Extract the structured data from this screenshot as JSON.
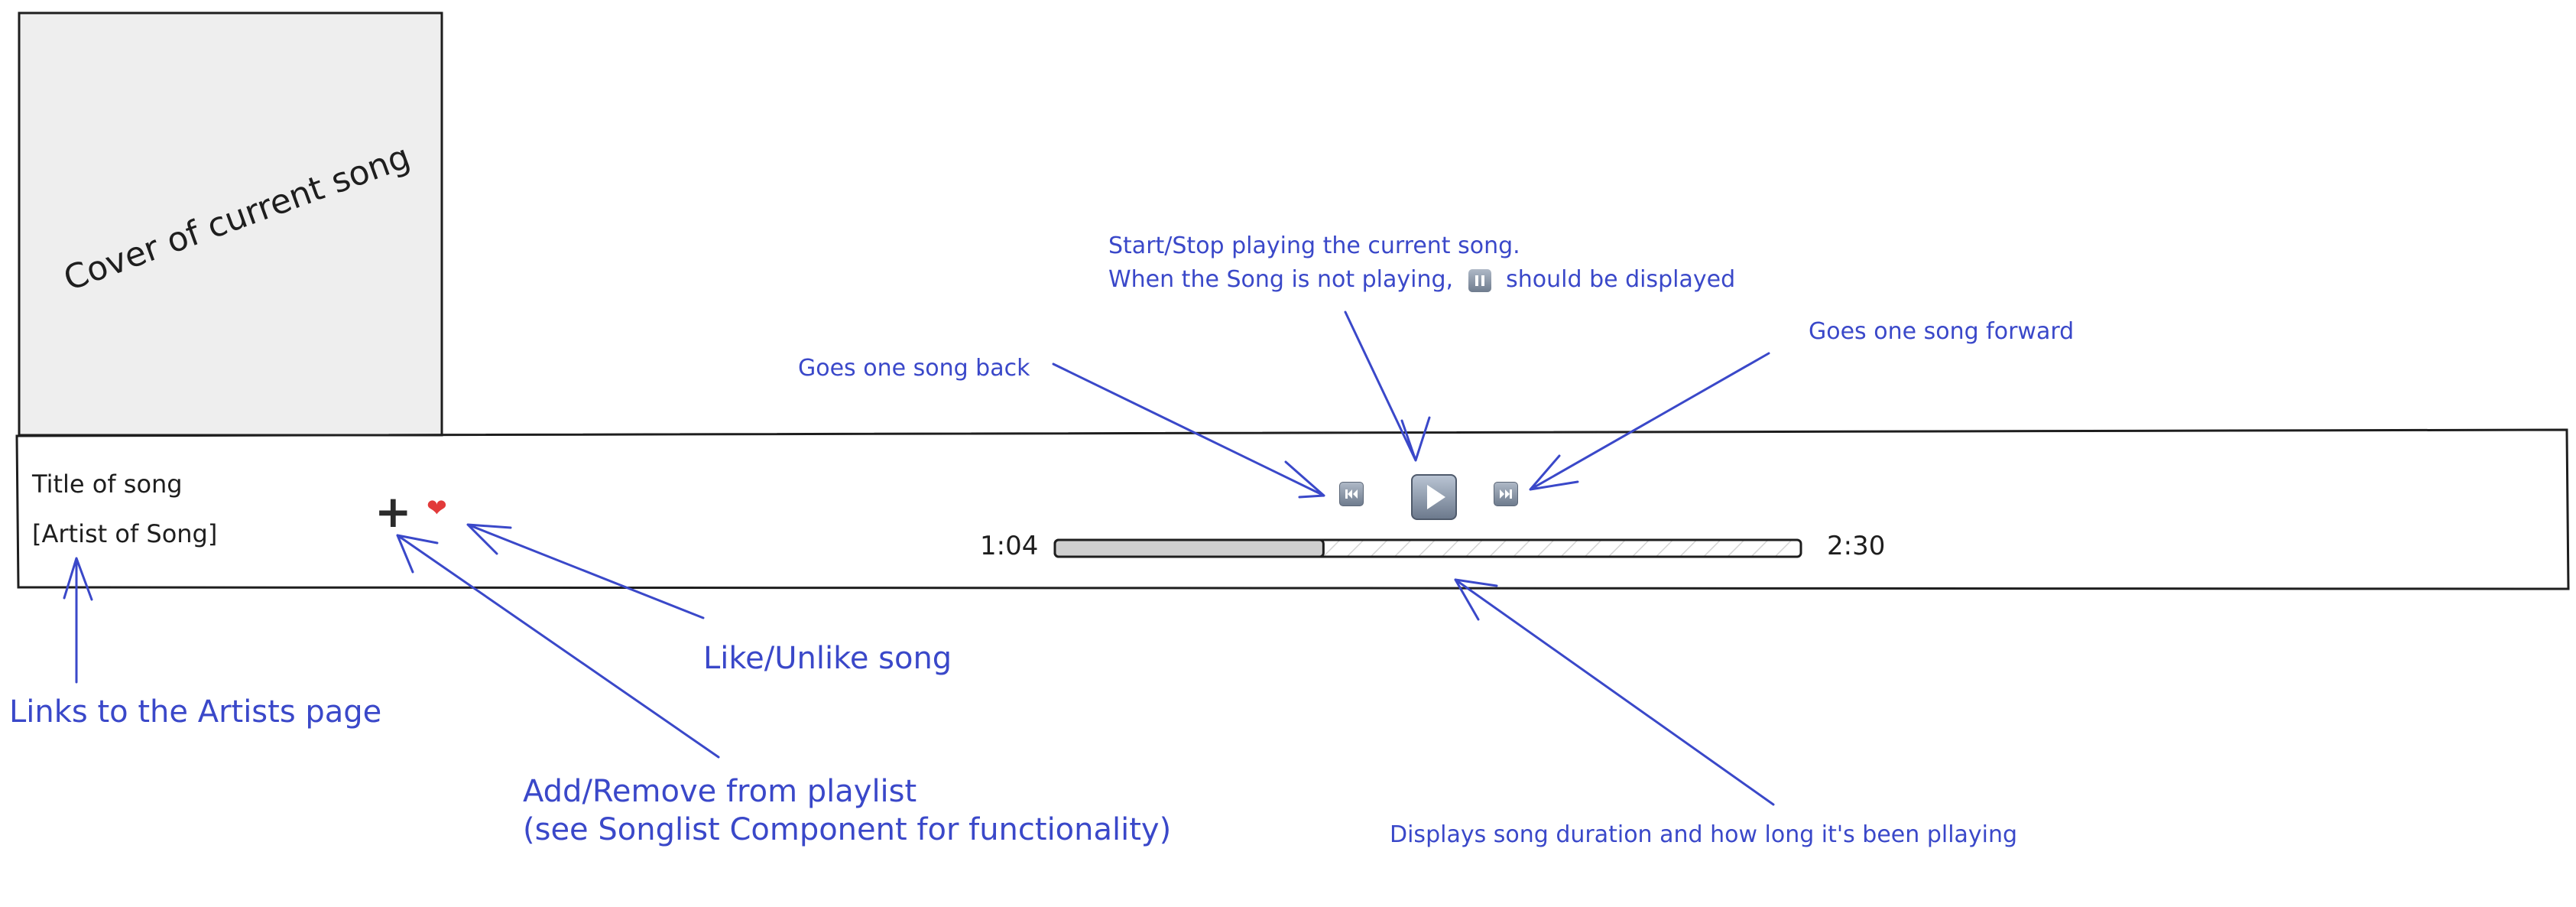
{
  "cover": {
    "label": "Cover of current song"
  },
  "player": {
    "title": "Title of song",
    "artist": "[Artist of Song]",
    "elapsed": "1:04",
    "duration": "2:30",
    "progress_fraction": 0.36,
    "icons": {
      "add": "plus-icon",
      "like": "heart-icon",
      "back": "skip-back-icon",
      "play": "play-icon",
      "forward": "skip-forward-icon",
      "pause": "pause-icon"
    }
  },
  "annotations": {
    "play_line1": "Start/Stop playing the current song.",
    "play_line2_a": "When the Song is not playing,",
    "play_line2_b": "should be displayed",
    "back": "Goes one song back",
    "forward": "Goes one song forward",
    "like": "Like/Unlike song",
    "artist_link": "Links to the Artists page",
    "playlist_line1": "Add/Remove from playlist",
    "playlist_line2": "(see Songlist Component for functionality)",
    "progress": "Displays song duration and how long it's been pllaying"
  },
  "colors": {
    "annotation": "#3a48c9",
    "cover_fill": "#eeeeee",
    "progress_fill": "#cfcfcf",
    "heart": "#e23a3a"
  }
}
